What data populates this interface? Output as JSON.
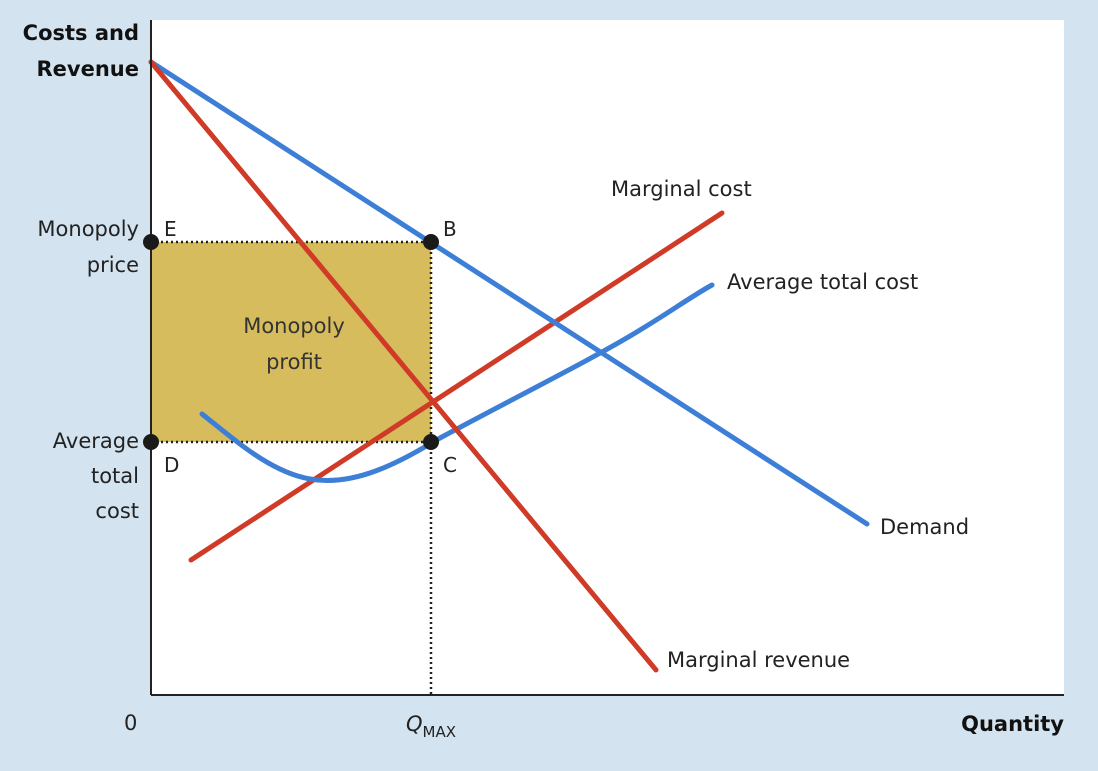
{
  "y_axis_title": [
    "Costs and",
    "Revenue"
  ],
  "x_axis_title": "Quantity",
  "origin_label": "0",
  "q_max_label": {
    "main": "Q",
    "sub": "MAX"
  },
  "y_tick_monopoly_price": [
    "Monopoly",
    "price"
  ],
  "y_tick_average_total_cost": [
    "Average",
    "total",
    "cost"
  ],
  "points": {
    "E": "E",
    "B": "B",
    "D": "D",
    "C": "C"
  },
  "curves": {
    "marginal_cost": "Marginal cost",
    "average_total_cost": "Average total cost",
    "demand": "Demand",
    "marginal_revenue": "Marginal revenue"
  },
  "profit_area": [
    "Monopoly",
    "profit"
  ],
  "colors": {
    "background": "#d3e3ef",
    "plot_area": "#ffffff",
    "profit_fill": "#d6bc5c",
    "red_curve": "#d03b27",
    "blue_curve": "#3d7fd6",
    "dot": "#1a1a1a"
  }
}
